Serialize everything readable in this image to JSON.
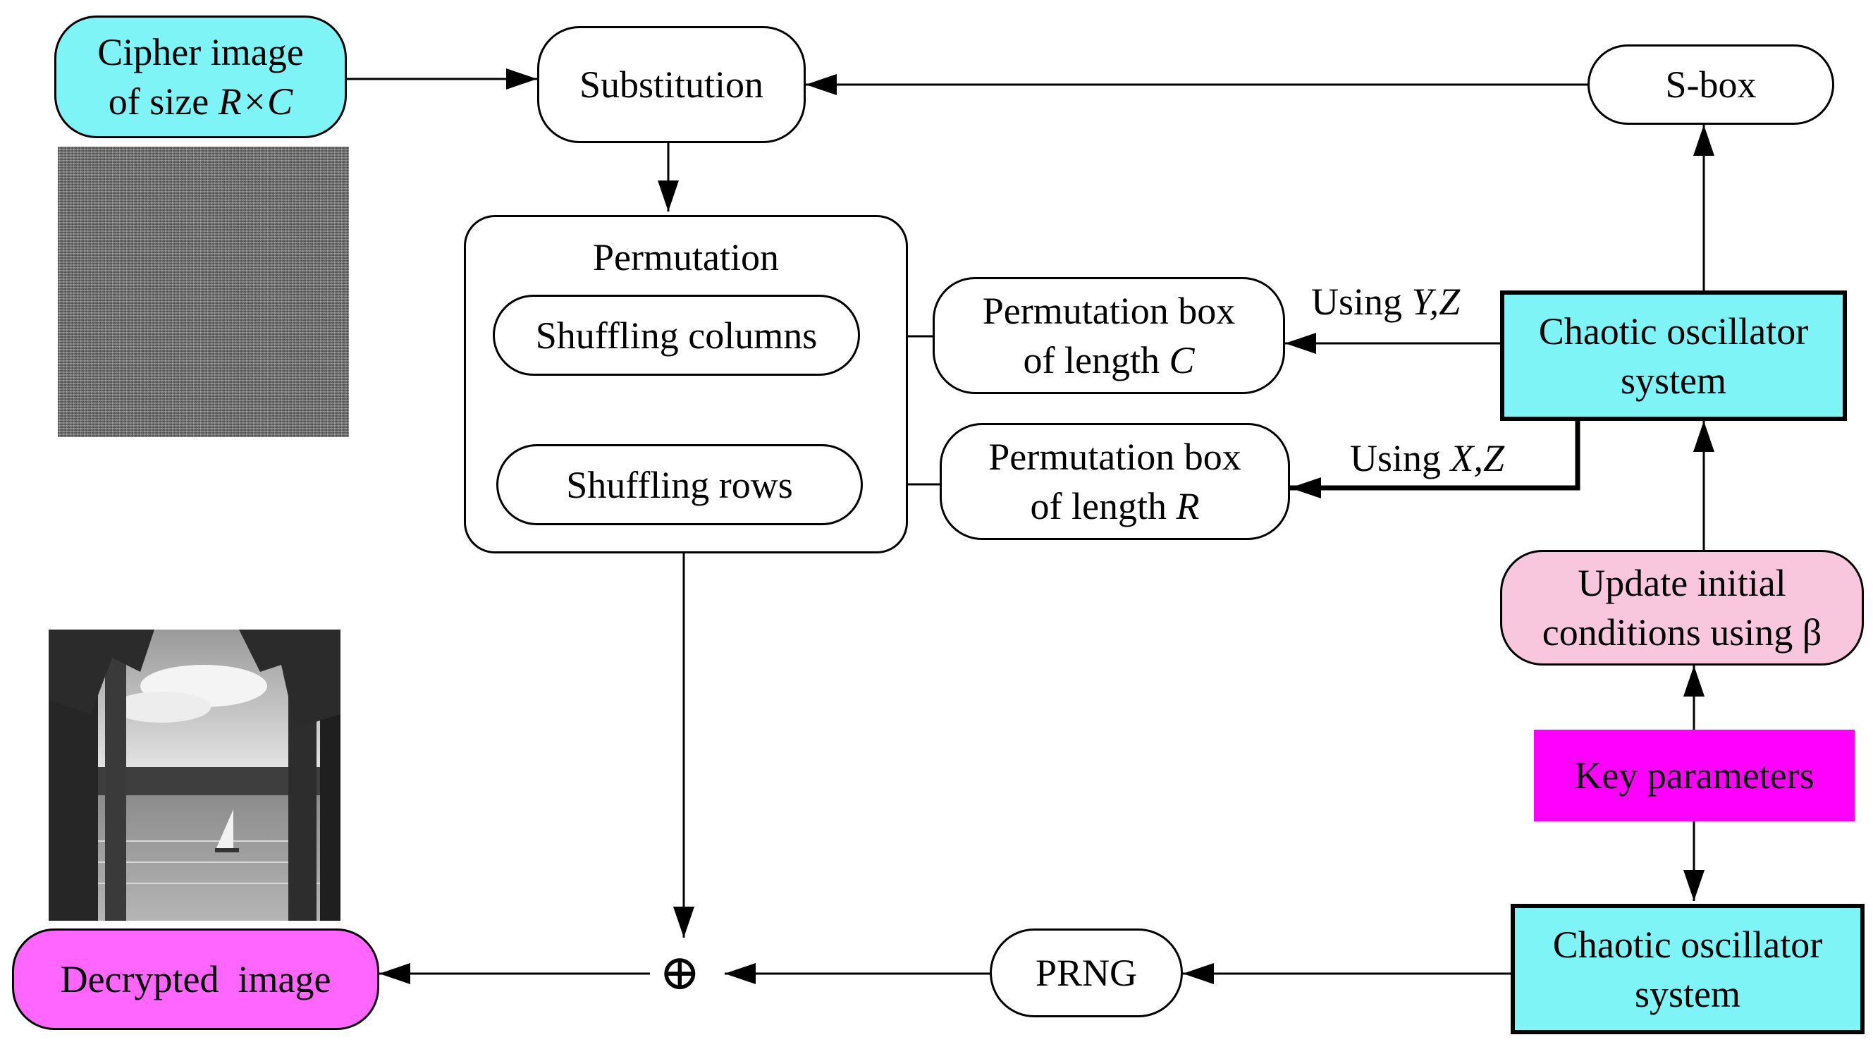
{
  "nodes": {
    "cipher_image": {
      "line1": "Cipher image",
      "line2_prefix": "of size ",
      "line2_var": "R×C"
    },
    "substitution": "Substitution",
    "sbox": "S-box",
    "permutation": {
      "title": "Permutation",
      "shuffling_columns": "Shuffling columns",
      "shuffling_rows": "Shuffling rows"
    },
    "perm_box_c": {
      "line1": "Permutation box",
      "line2_prefix": "of length ",
      "line2_var": "C"
    },
    "perm_box_r": {
      "line1": "Permutation box",
      "line2_prefix": "of length ",
      "line2_var": "R"
    },
    "chaotic_top": {
      "line1": "Chaotic oscillator",
      "line2": "system"
    },
    "update_conditions": {
      "line1": "Update initial",
      "line2": "conditions using β"
    },
    "key_parameters": "Key parameters",
    "chaotic_bottom": {
      "line1": "Chaotic oscillator",
      "line2": "system"
    },
    "prng": "PRNG",
    "xor_symbol": "⊕",
    "decrypted_image": "Decrypted  image"
  },
  "edge_labels": {
    "using_yz": {
      "prefix": "Using ",
      "vars": "Y,Z"
    },
    "using_xz": {
      "prefix": "Using ",
      "vars": "X,Z"
    }
  },
  "colors": {
    "cipher_fill": "#7ef4f6",
    "chaotic_fill": "#7ef4f6",
    "update_fill": "#f9c7dd",
    "key_fill": "#ff00ff",
    "decrypted_fill": "#ff66ff"
  }
}
